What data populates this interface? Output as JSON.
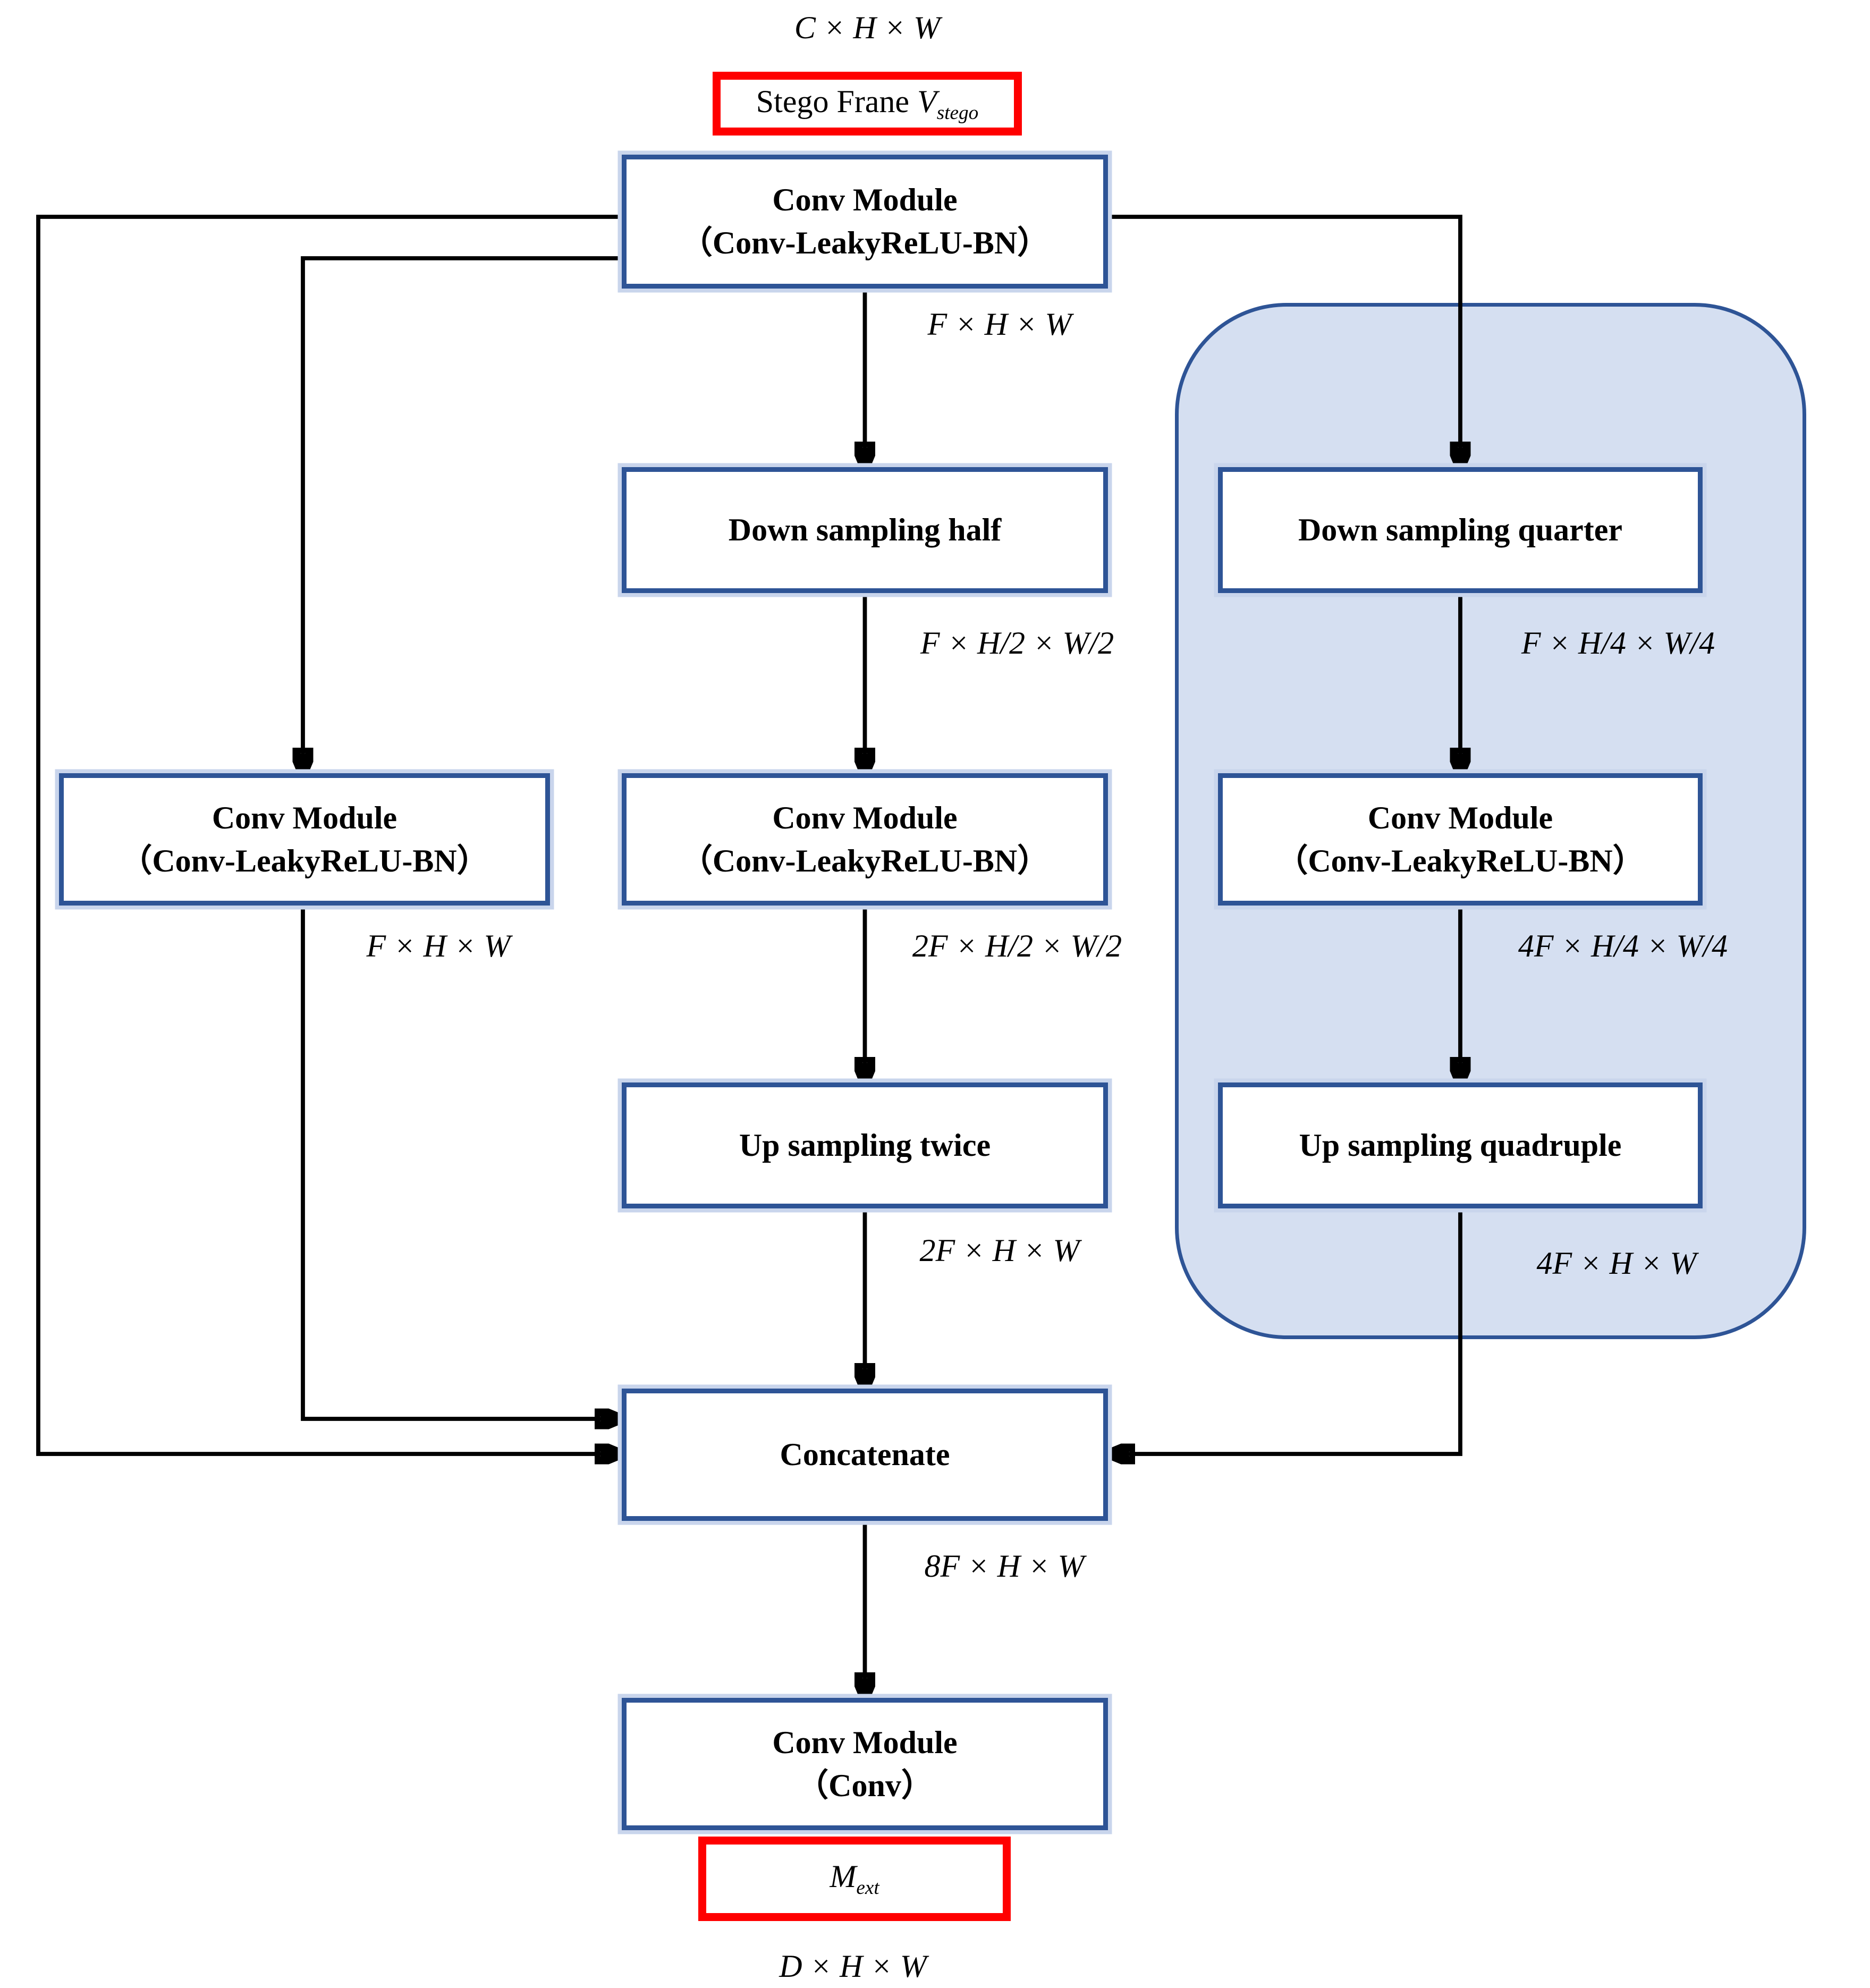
{
  "diagram": {
    "input_dim": "C × H × W",
    "input_node": {
      "label": "Stego Frane ",
      "var": "V",
      "sub": "stego"
    },
    "nodes": {
      "conv_top": {
        "line1": "Conv Module",
        "line2": "（Conv-LeakyReLU-BN）"
      },
      "conv_left": {
        "line1": "Conv Module",
        "line2": "（Conv-LeakyReLU-BN）"
      },
      "down_half": {
        "line1": "Down sampling half"
      },
      "conv_mid": {
        "line1": "Conv Module",
        "line2": "（Conv-LeakyReLU-BN）"
      },
      "up_twice": {
        "line1": "Up sampling twice"
      },
      "down_quarter": {
        "line1": "Down sampling quarter"
      },
      "conv_right": {
        "line1": "Conv Module",
        "line2": "（Conv-LeakyReLU-BN）"
      },
      "up_quad": {
        "line1": "Up sampling quadruple"
      },
      "concat": {
        "line1": "Concatenate"
      },
      "conv_out": {
        "line1": "Conv Module",
        "line2": "（Conv）"
      }
    },
    "dims": {
      "after_conv_top": "F × H × W",
      "after_down_half": "F × H/2 × W/2",
      "after_conv_mid": "2F × H/2 × W/2",
      "after_up_twice": "2F × H × W",
      "after_conv_left": "F × H × W",
      "after_down_quarter": "F × H/4 × W/4",
      "after_conv_right": "4F × H/4 × W/4",
      "after_up_quad": "4F × H × W",
      "after_concat": "8F × H × W",
      "output_dim": "D × H × W"
    },
    "output_node": {
      "var": "M",
      "sub": "ext"
    },
    "colors": {
      "box_border": "#2e5496",
      "box_halo": "#c9d5ec",
      "container_fill": "#d5dff1",
      "container_border": "#2e5496",
      "highlight_red": "#ff0000",
      "line": "#000000"
    }
  }
}
